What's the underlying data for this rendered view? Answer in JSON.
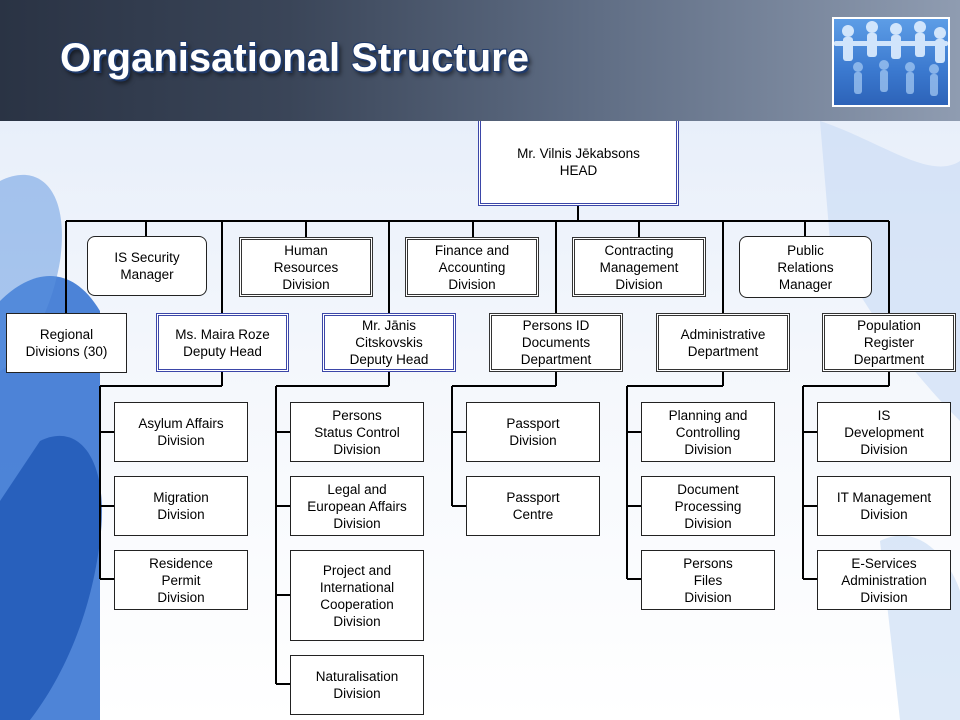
{
  "title": "Organisational Structure",
  "nodes": {
    "head": "Mr. Vilnis Jēkabsons\nHEAD",
    "is_security": "IS Security\nManager",
    "human_resources": "Human\nResources\nDivision",
    "finance": "Finance and\nAccounting\nDivision",
    "contracting": "Contracting\nManagement\nDivision",
    "public_relations": "Public\nRelations\nManager",
    "regional": "Regional\nDivisions (30)",
    "roze": "Ms. Maira Roze\nDeputy Head",
    "citskovskis": "Mr. Jānis\nCitskovskis\nDeputy Head",
    "persons_id": "Persons ID\nDocuments\nDepartment",
    "administrative": "Administrative\nDepartment",
    "population_register": "Population\nRegister\nDepartment",
    "asylum": "Asylum Affairs\nDivision",
    "migration": "Migration\nDivision",
    "residence": "Residence\nPermit\nDivision",
    "persons_status": "Persons\nStatus Control\nDivision",
    "legal": "Legal and\nEuropean Affairs\nDivision",
    "project": "Project and\nInternational\nCooperation\nDivision",
    "naturalisation": "Naturalisation\nDivision",
    "passport_division": "Passport\nDivision",
    "passport_centre": "Passport\nCentre",
    "planning": "Planning and\nControlling\nDivision",
    "document_processing": "Document\nProcessing\nDivision",
    "persons_files": "Persons\nFiles\nDivision",
    "is_development": "IS\nDevelopment\nDivision",
    "it_management": "IT Management\nDivision",
    "eservices": "E-Services\nAdministration\nDivision"
  }
}
